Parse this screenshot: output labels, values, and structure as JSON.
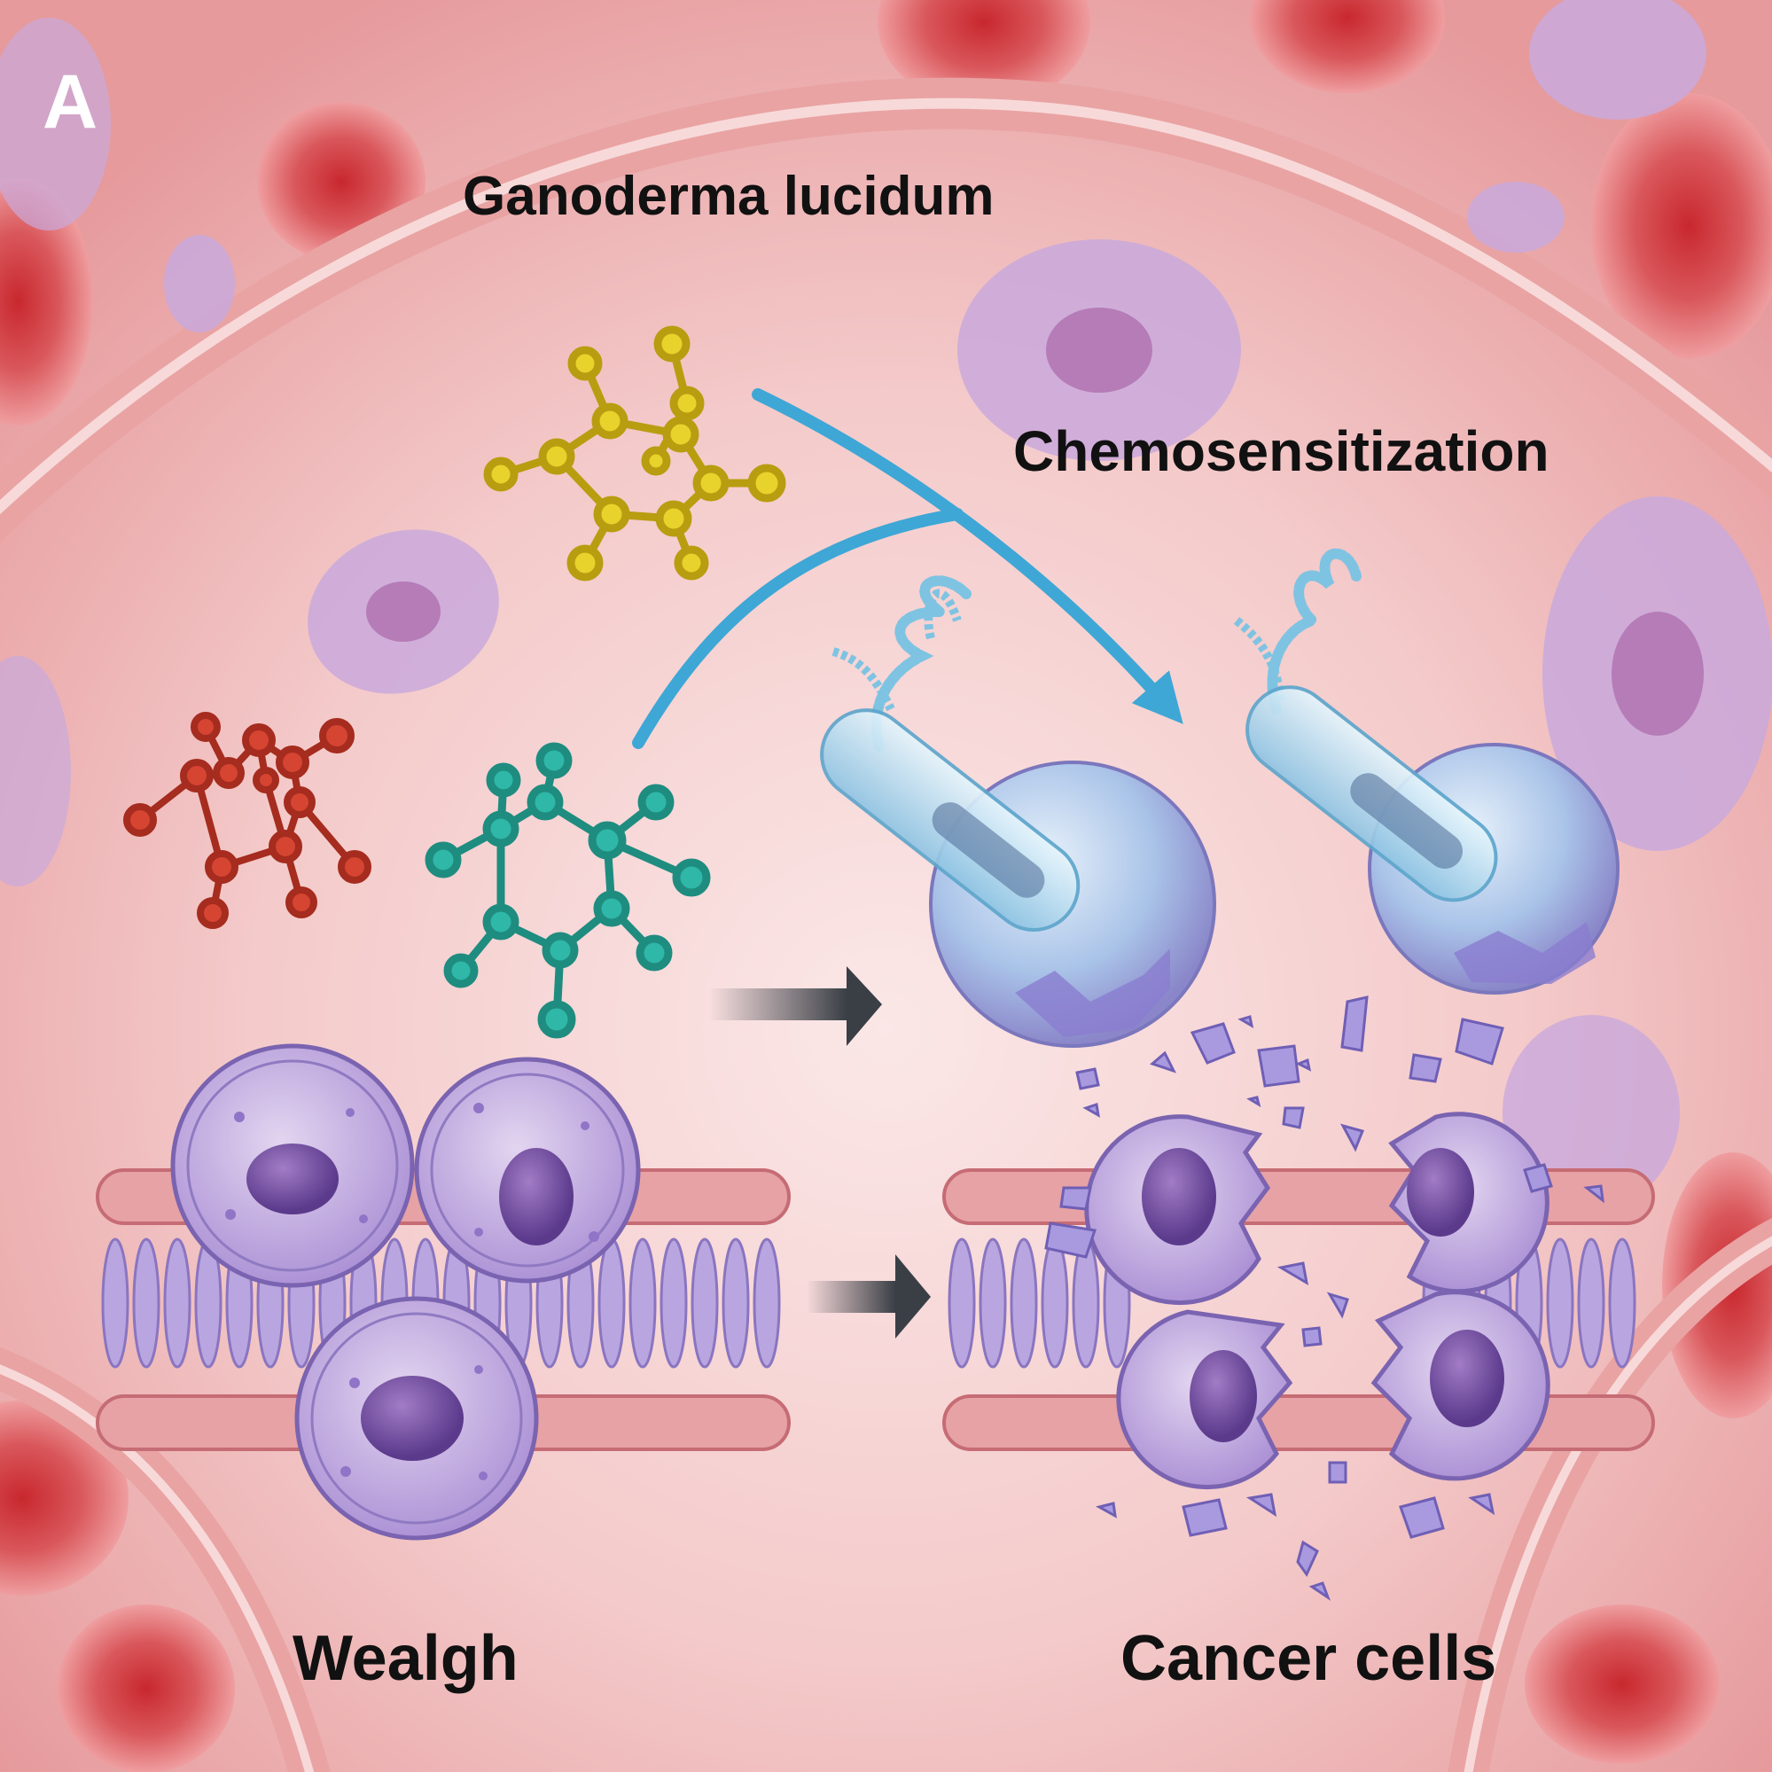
{
  "panel_label": "A",
  "labels": {
    "top": "Ganoderma lucidum",
    "right": "Chemosensitization",
    "bottom_left": "Wealgh",
    "bottom_right": "Cancer cells"
  },
  "colors": {
    "background": "#f6cccc",
    "vessel": "#e9a3a3",
    "red_blood_cell": "#c8363c",
    "immune_cell": "#c9a9dc",
    "molecule_yellow": "#e8d22c",
    "molecule_red": "#d64432",
    "molecule_teal": "#2fb7a8",
    "flow_arrow": "#3ea7d6",
    "process_arrow": "#3a3f46",
    "nanocarrier": "#a9d6ec",
    "cancer_cell": "#b9a6e0",
    "membrane": "#e7a2a6"
  }
}
